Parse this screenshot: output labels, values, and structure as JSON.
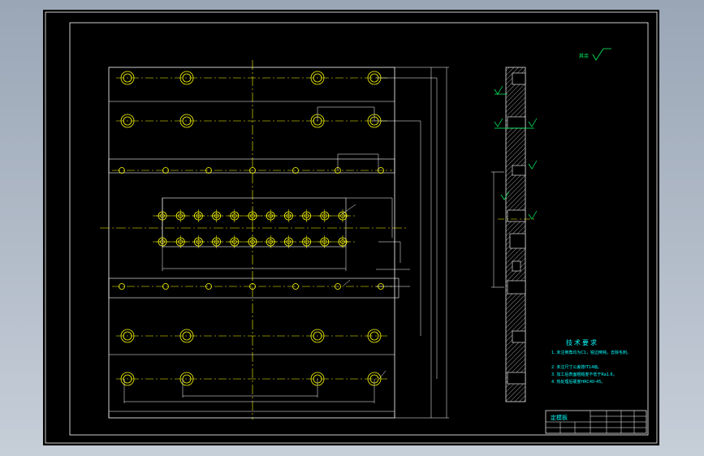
{
  "colors": {
    "viewport_bg": "#b0bac6",
    "sheet_bg": "#000000",
    "frame": "#ffffff",
    "part": "#ffffff",
    "centerline": "#ffff00",
    "hole": "#ffff00",
    "dimension": "#ffffff",
    "annotation": "#00ff66",
    "notes_title": "#00ffff",
    "notes_text": "#00ffff"
  },
  "drawing": {
    "plan_view_name": "front-view",
    "section_view_name": "side-section-view",
    "hole_rows": [
      {
        "name": "top-counterbore-row",
        "count": 4
      },
      {
        "name": "second-counterbore-row",
        "count": 4
      },
      {
        "name": "upper-small-hole-row",
        "count": 7
      },
      {
        "name": "upper-nozzle-row",
        "count": 11
      },
      {
        "name": "lower-nozzle-row",
        "count": 11
      },
      {
        "name": "lower-small-hole-row",
        "count": 7
      },
      {
        "name": "third-counterbore-row",
        "count": 4
      },
      {
        "name": "bottom-counterbore-row",
        "count": 4
      }
    ]
  },
  "roughness_note": {
    "label": "其余",
    "symbol_icon": "surface-roughness-icon"
  },
  "technical_notes": {
    "title": "技术要求",
    "items": [
      "1. 未注倒角均为C1，锐边倒钝，去除毛刺。",
      "2. 未注尺寸公差按IT14级。",
      "3. 加工后表面粗糙度不低于Ra1.6。",
      "4. 热处理后硬度HRC40-45。"
    ]
  },
  "title_block": {
    "part_name": "定模板",
    "cells": [
      "",
      "",
      "",
      ""
    ]
  }
}
